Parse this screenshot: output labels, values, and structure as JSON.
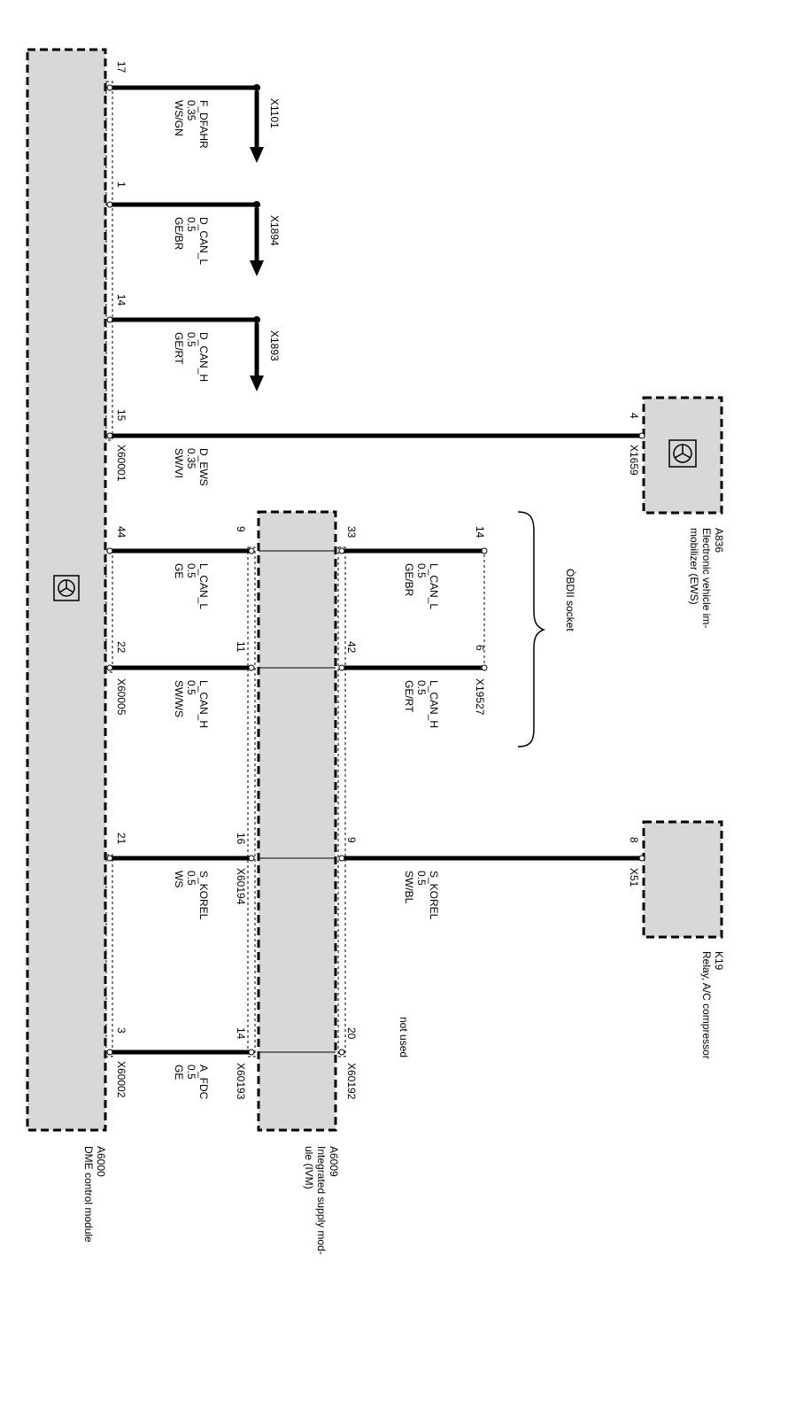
{
  "modules": {
    "dme": {
      "id": "A6000",
      "name": "DME control module"
    },
    "ivm": {
      "id": "A6009",
      "name_line1": "Integrated supply mod-",
      "name_line2": "ule (IVM)"
    },
    "ews": {
      "id": "A836",
      "name_line1": "Electronic vehicle im-",
      "name_line2": "mobilizer (EWS)"
    },
    "relay": {
      "id": "K19",
      "name": "Relay, A/C compressor"
    }
  },
  "obd": {
    "label": "ÒBDII socket",
    "connector": "X19527"
  },
  "not_used": "not used",
  "connectors": {
    "dme_1": "X60001",
    "dme_2": "X60005",
    "dme_3": "X60002",
    "ivm_a": "X60194",
    "ivm_b": "X60193",
    "ivm_c": "X60192",
    "ews": "X1659",
    "relay": "X51"
  },
  "wires": [
    {
      "pin": "17",
      "name": "F_DFAHR",
      "gauge": "0.35",
      "color": "WS/GN",
      "dest": "X1101"
    },
    {
      "pin": "1",
      "name": "D_CAN_L",
      "gauge": "0.5",
      "color": "GE/BR",
      "dest": "X1894"
    },
    {
      "pin": "14",
      "name": "D_CAN_H",
      "gauge": "0.5",
      "color": "GE/RT",
      "dest": "X1893"
    },
    {
      "pin": "15",
      "name": "D_EWS",
      "gauge": "0.35",
      "color": "SW/VI",
      "dest_pin": "4"
    },
    {
      "pin": "44",
      "name": "L_CAN_L",
      "gauge": "0.5",
      "color": "GE",
      "ivm_pin": "9"
    },
    {
      "pin": "22",
      "name": "L_CAN_H",
      "gauge": "0.5",
      "color": "SW/WS",
      "ivm_pin": "11"
    },
    {
      "pin": "21",
      "name": "S_KOREL",
      "gauge": "0.5",
      "color": "WS",
      "ivm_pin": "16"
    },
    {
      "pin": "3",
      "name": "A_FDC",
      "gauge": "0.5",
      "color": "GE",
      "ivm_pin": "14"
    }
  ],
  "right_wires": [
    {
      "ivm_pin": "33",
      "name": "L_CAN_L",
      "gauge": "0.5",
      "color": "GE/BR",
      "dest_pin": "14"
    },
    {
      "ivm_pin": "42",
      "name": "L_CAN_H",
      "gauge": "0.5",
      "color": "GE/RT",
      "dest_pin": "6"
    },
    {
      "ivm_pin": "9",
      "name": "S_KOREL",
      "gauge": "0.5",
      "color": "SW/BL",
      "dest_pin": "8"
    },
    {
      "ivm_pin": "20"
    }
  ]
}
